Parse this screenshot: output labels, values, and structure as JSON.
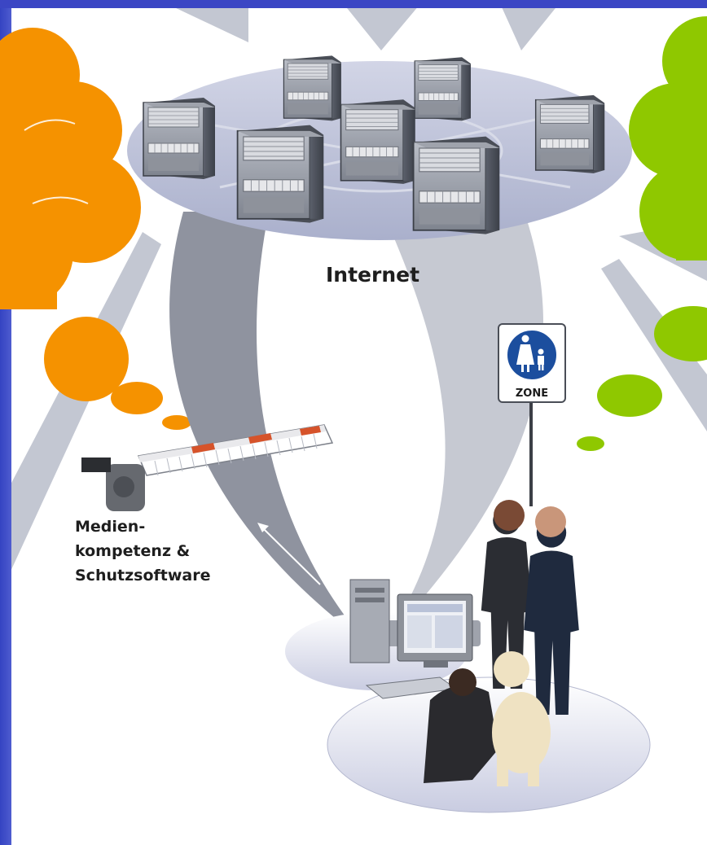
{
  "labels": {
    "network": "Internet",
    "protection_lines": [
      "Medien-",
      "kompetenz &",
      "Schutzsoftware"
    ],
    "sign_text": "ZONE"
  },
  "colors": {
    "left_frame": "#3a47c6",
    "top_banner": "#3b46c4",
    "orange_cloud": "#f59200",
    "green_cloud": "#8fc800",
    "ray": "#c3c7d2",
    "path_dark": "#8f939f",
    "path_light": "#c6c9d2",
    "platform": "#b9bdd8",
    "sign_blue": "#1c4e9e",
    "barrier_red": "#d6532a"
  },
  "icons": [
    "server-icon",
    "computer-icon",
    "pedestrian-zone-sign-icon",
    "boom-barrier-icon",
    "family-with-dog-icon"
  ]
}
